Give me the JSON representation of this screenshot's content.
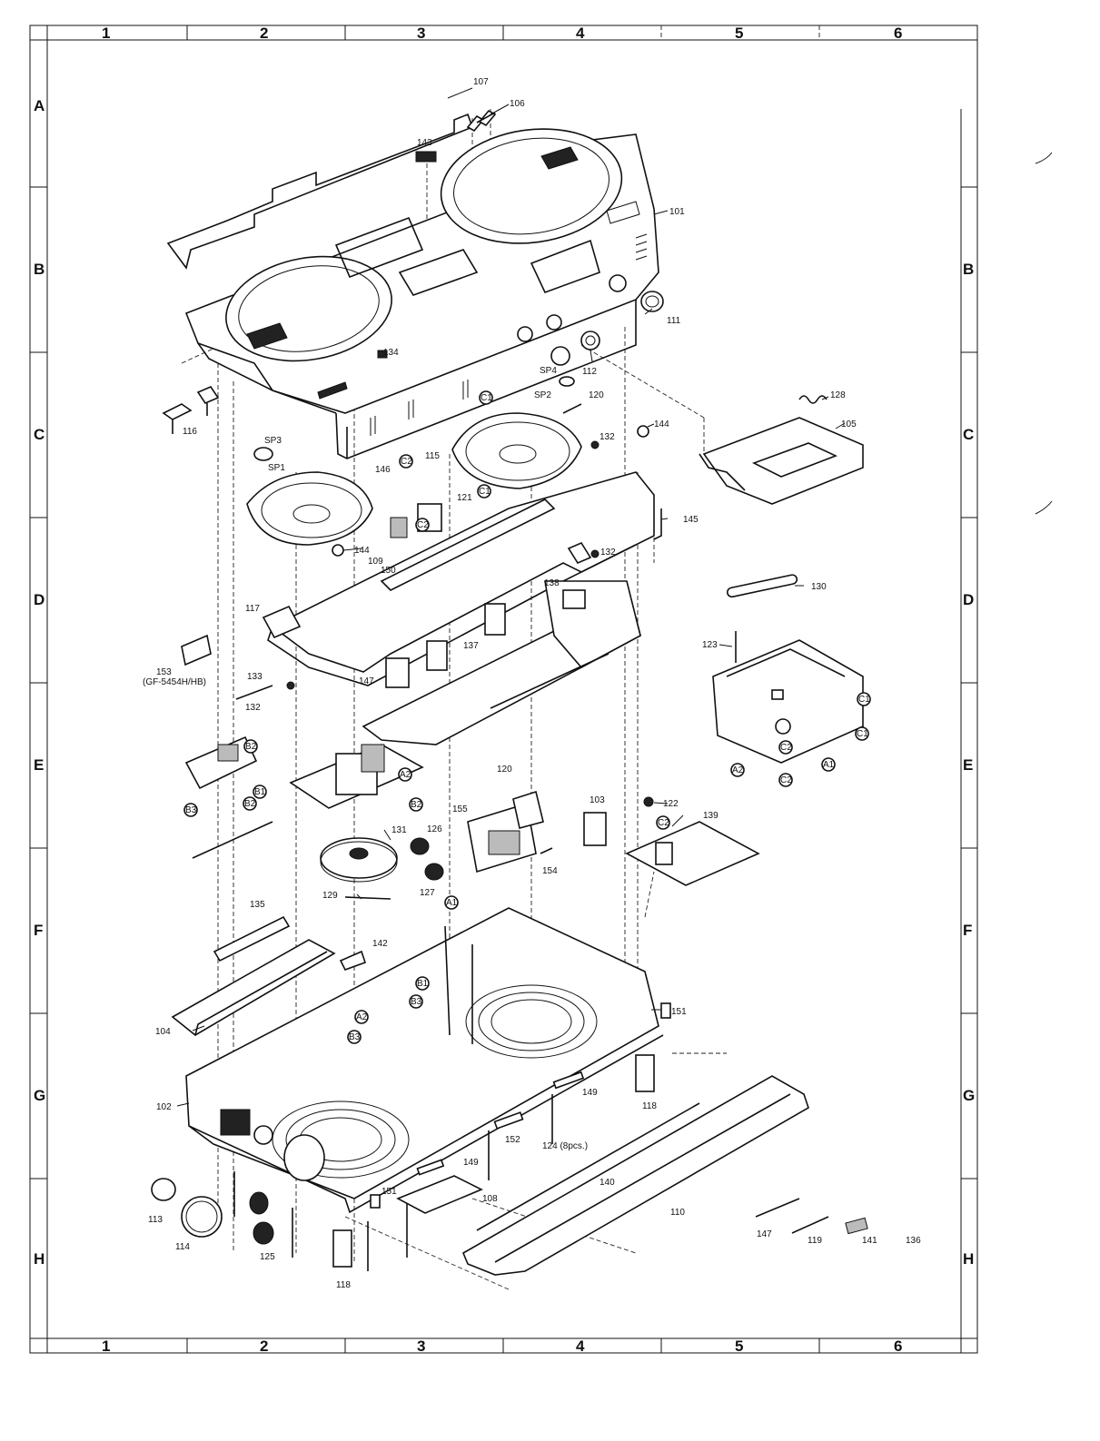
{
  "grid": {
    "columns": [
      "1",
      "2",
      "3",
      "4",
      "5",
      "6"
    ],
    "rows": [
      "A",
      "B",
      "C",
      "D",
      "E",
      "F",
      "G",
      "H"
    ]
  },
  "parts": {
    "p101": "101",
    "p102": "102",
    "p103": "103",
    "p104": "104",
    "p105": "105",
    "p106": "106",
    "p107": "107",
    "p108": "108",
    "p109": "109",
    "p110": "110",
    "p111": "111",
    "p112": "112",
    "p113": "113",
    "p114": "114",
    "p115": "115",
    "p116": "116",
    "p117": "117",
    "p118a": "118",
    "p118b": "118",
    "p119": "119",
    "p120a": "120",
    "p120b": "120",
    "p121": "121",
    "p122": "122",
    "p123": "123",
    "p124": "124 (8pcs.)",
    "p125": "125",
    "p126": "126",
    "p127": "127",
    "p128": "128",
    "p129": "129",
    "p130": "130",
    "p131": "131",
    "p132a": "132",
    "p132b": "132",
    "p132c": "132",
    "p133": "133",
    "p134": "134",
    "p135": "135",
    "p136": "136",
    "p137": "137",
    "p138": "138",
    "p139": "139",
    "p140": "140",
    "p141": "141",
    "p142": "142",
    "p143": "143",
    "p144a": "144",
    "p144b": "144",
    "p145": "145",
    "p146": "146",
    "p147a": "147",
    "p147b": "147",
    "p149a": "149",
    "p149b": "149",
    "p150": "150",
    "p151a": "151",
    "p151b": "151",
    "p152": "152",
    "p153": "153",
    "p153note": "(GF-5454H/HB)",
    "p154": "154",
    "p155": "155",
    "sp1": "SP1",
    "sp2": "SP2",
    "sp3": "SP3",
    "sp4": "SP4"
  },
  "connectors": {
    "c1a": "C1",
    "c1b": "C1",
    "c1c": "C1",
    "c1d": "C1",
    "c2a": "C2",
    "c2b": "C2",
    "c2c": "C2",
    "c2d": "C2",
    "c2e": "C2",
    "a1a": "A1",
    "a1b": "A1",
    "a2a": "A2",
    "a2b": "A2",
    "b1a": "B1",
    "b1b": "B1",
    "b2a": "B2",
    "b2b": "B2",
    "b2c": "B2",
    "b3a": "B3",
    "b3b": "B3"
  }
}
